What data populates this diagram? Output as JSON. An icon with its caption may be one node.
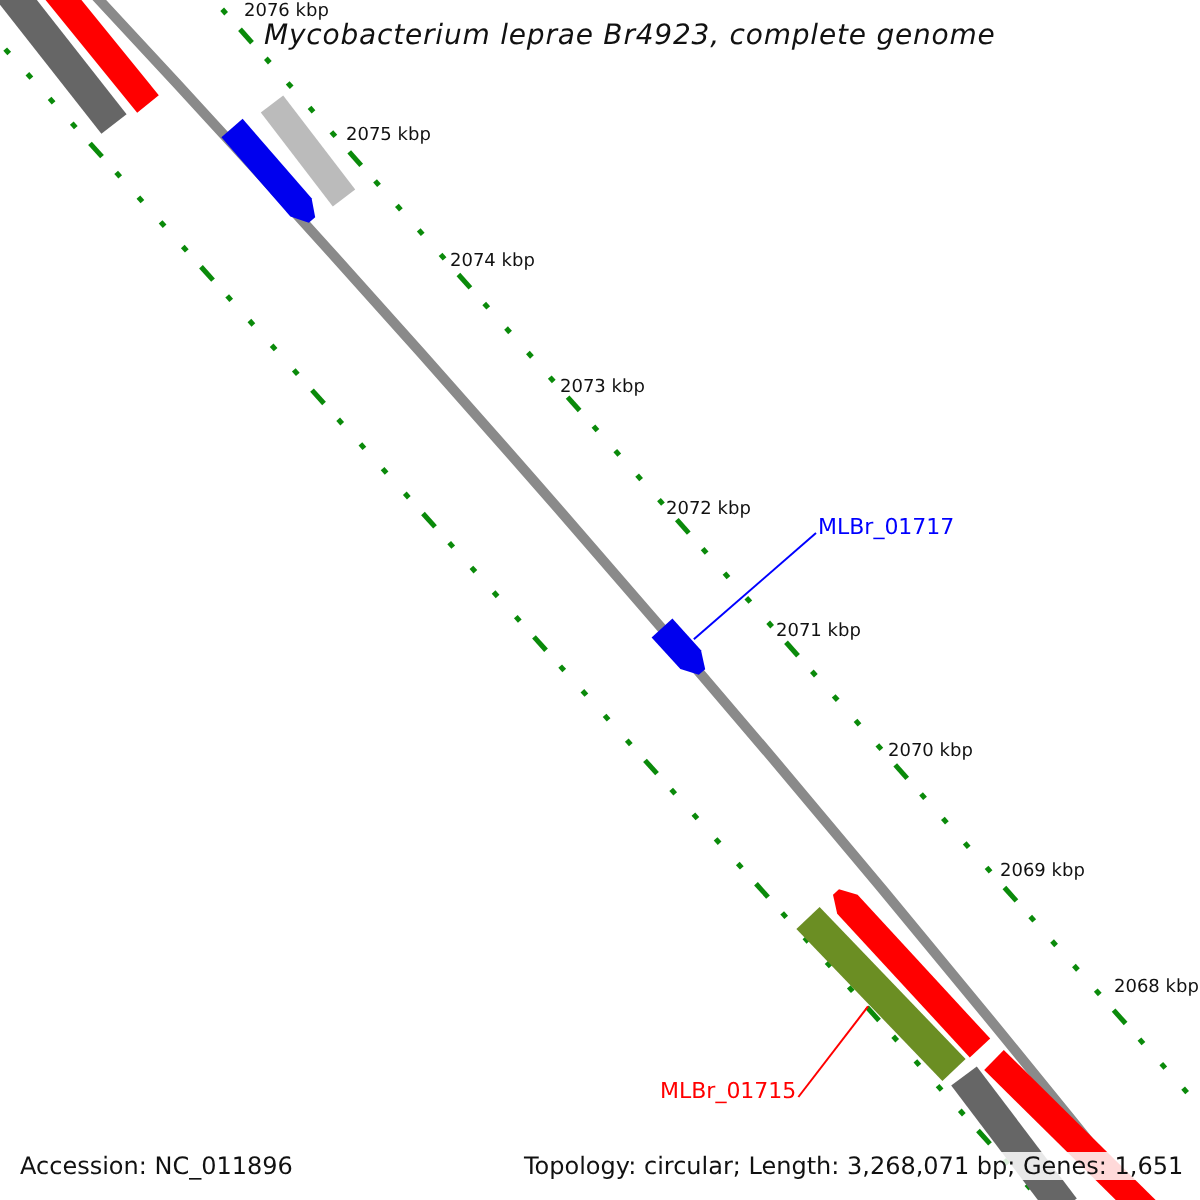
{
  "diagram": {
    "title": "Mycobacterium leprae Br4923, complete genome",
    "nodes": [
      {
        "text": [
          "MLBr_01717"
        ]
      },
      {
        "text": [],
        "shape": "bar"
      },
      {
        "text": [
          "MLBr_01715"
        ]
      },
      {
        "text": [],
        "shape": "bar"
      }
    ],
    "edges": [
      {
        "from": 0,
        "to": 1,
        "arrow": "none",
        "color": "#0000ff"
      },
      {
        "from": 2,
        "to": 3,
        "arrow": "none",
        "color": "#ff0000"
      }
    ],
    "labels": [
      "2076 kbp",
      "2075 kbp",
      "2074 kbp",
      "2073 kbp",
      "2072 kbp",
      "2071 kbp",
      "2070 kbp",
      "2069 kbp",
      "2068 kbp",
      "Accession: NC_011896",
      "Topology: circular; Length: 3,268,071 bp; Genes: 1,651"
    ]
  }
}
